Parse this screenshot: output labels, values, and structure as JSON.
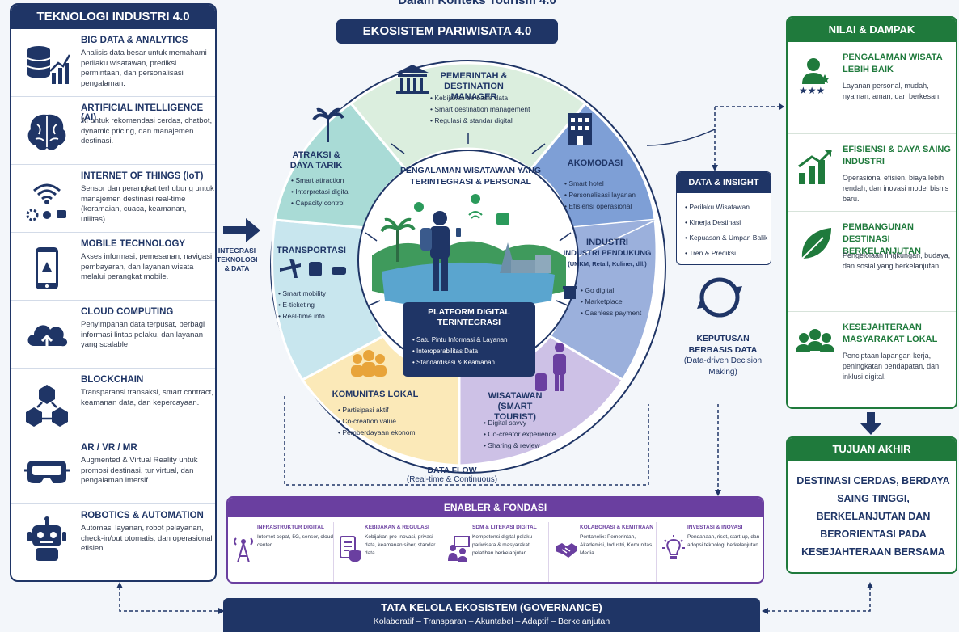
{
  "top_title": "Dalam Konteks Tourism 4.0",
  "left_panel": {
    "header": "TEKNOLOGI INDUSTRI 4.0",
    "items": [
      {
        "icon": "database-chart-icon",
        "title": "BIG DATA & ANALYTICS",
        "desc": "Analisis data besar untuk memahami perilaku wisatawan, prediksi permintaan, dan personalisasi pengalaman."
      },
      {
        "icon": "brain-icon",
        "title": "ARTIFICIAL INTELLIGENCE (AI)",
        "desc": "AI untuk rekomendasi cerdas, chatbot, dynamic pricing, dan manajemen destinasi."
      },
      {
        "icon": "wifi-icon",
        "title": "INTERNET OF THINGS (IoT)",
        "desc": "Sensor dan perangkat terhubung untuk manajemen destinasi real-time (keramaian, cuaca, keamanan, utilitas)."
      },
      {
        "icon": "smartphone-icon",
        "title": "MOBILE TECHNOLOGY",
        "desc": "Akses informasi, pemesanan, navigasi, pembayaran, dan layanan wisata melalui perangkat mobile."
      },
      {
        "icon": "cloud-upload-icon",
        "title": "CLOUD COMPUTING",
        "desc": "Penyimpanan data terpusat, berbagi informasi lintas pelaku, dan layanan yang scalable."
      },
      {
        "icon": "blockchain-icon",
        "title": "BLOCKCHAIN",
        "desc": "Transparansi transaksi, smart contract, keamanan data, dan kepercayaan."
      },
      {
        "icon": "vr-headset-icon",
        "title": "AR / VR / MR",
        "desc": "Augmented & Virtual Reality untuk promosi destinasi, tur virtual, dan pengalaman imersif."
      },
      {
        "icon": "robot-icon",
        "title": "ROBOTICS & AUTOMATION",
        "desc": "Automasi layanan, robot pelayanan, check-in/out otomatis, dan operasional efisien."
      }
    ]
  },
  "integration_label": "INTEGRASI TEKNOLOGI & DATA",
  "ecosystem": {
    "title": "EKOSISTEM PARIWISATA 4.0",
    "center_title": "PENGALAMAN WISATAWAN YANG TERINTEGRASI & PERSONAL",
    "segments": {
      "pemerintah": {
        "title": "PEMERINTAH & DESTINATION MANAGER",
        "items": [
          "Kebijakan berbasis data",
          "Smart destination management",
          "Regulasi & standar digital"
        ]
      },
      "akomodasi": {
        "title": "AKOMODASI",
        "items": [
          "Smart hotel",
          "Personalisasi layanan",
          "Efisiensi operasional"
        ]
      },
      "industri": {
        "title": "INDUSTRI",
        "subtitle": "INDUSTRI PENDUKUNG",
        "note": "(UMKM, Retail, Kuliner, dll.)",
        "items": [
          "Go digital",
          "Marketplace",
          "Cashless payment"
        ]
      },
      "wisatawan": {
        "title": "WISATAWAN (SMART TOURIST)",
        "items": [
          "Digital savvy",
          "Co-creator experience",
          "Sharing & review"
        ]
      },
      "komunitas": {
        "title": "KOMUNITAS LOKAL",
        "items": [
          "Partisipasi aktif",
          "Co-creation value",
          "Pemberdayaan ekonomi"
        ]
      },
      "transportasi": {
        "title": "TRANSPORTASI",
        "items": [
          "Smart mobility",
          "E-ticketing",
          "Real-time info"
        ]
      },
      "atraksi": {
        "title": "ATRAKSI & DAYA TARIK",
        "items": [
          "Smart attraction",
          "Interpretasi digital",
          "Capacity control"
        ]
      }
    },
    "platform": {
      "title": "PLATFORM DIGITAL TERINTEGRASI",
      "items": [
        "Satu Pintu Informasi & Layanan",
        "Interoperabilitas Data",
        "Standardisasi & Keamanan"
      ]
    },
    "dataflow": {
      "title": "DATA FLOW",
      "subtitle": "(Real-time & Continuous)"
    }
  },
  "insight": {
    "title": "DATA & INSIGHT",
    "items": [
      "Perilaku Wisatawan",
      "Kinerja Destinasi",
      "Kepuasan & Umpan Balik",
      "Tren & Prediksi"
    ],
    "decision_title": "KEPUTUSAN BERBASIS DATA",
    "decision_sub": "(Data-driven Decision Making)"
  },
  "right_panel": {
    "header": "NILAI & DAMPAK",
    "items": [
      {
        "icon": "user-star-icon",
        "title": "PENGALAMAN WISATA LEBIH BAIK",
        "desc": "Layanan personal, mudah, nyaman, aman, dan berkesan."
      },
      {
        "icon": "growth-chart-icon",
        "title": "EFISIENSI & DAYA SAING INDUSTRI",
        "desc": "Operasional efisien, biaya lebih rendah, dan inovasi model bisnis baru."
      },
      {
        "icon": "leaf-icon",
        "title": "PEMBANGUNAN DESTINASI BERKELANJUTAN",
        "desc": "Pengelolaan lingkungan, budaya, dan sosial yang berkelanjutan."
      },
      {
        "icon": "community-icon",
        "title": "KESEJAHTERAAN MASYARAKAT LOKAL",
        "desc": "Penciptaan lapangan kerja, peningkatan pendapatan, dan inklusi digital."
      }
    ],
    "final_title": "TUJUAN AKHIR",
    "final_text": "DESTINASI CERDAS, BERDAYA SAING TINGGI, BERKELANJUTAN DAN BERORIENTASI PADA KESEJAHTERAAN BERSAMA"
  },
  "enabler": {
    "title": "ENABLER & FONDASI",
    "items": [
      {
        "icon": "antenna-icon",
        "title": "INFRASTRUKTUR DIGITAL",
        "desc": "Internet cepat, 5G, sensor, cloud center"
      },
      {
        "icon": "policy-shield-icon",
        "title": "KEBIJAKAN & REGULASI",
        "desc": "Kebijakan pro-inovasi, privasi data, keamanan siber, standar data"
      },
      {
        "icon": "training-icon",
        "title": "SDM & LITERASI DIGITAL",
        "desc": "Kompetensi digital pelaku pariwisata & masyarakat, pelatihan berkelanjutan"
      },
      {
        "icon": "handshake-icon",
        "title": "KOLABORASI & KEMITRAAN",
        "desc": "Pentahelix: Pemerintah, Akademisi, Industri, Komunitas, Media"
      },
      {
        "icon": "lightbulb-icon",
        "title": "INVESTASI & INOVASI",
        "desc": "Pendanaan, riset, start-up, dan adopsi teknologi berkelanjutan"
      }
    ]
  },
  "governance": {
    "title": "TATA KELOLA EKOSISTEM (GOVERNANCE)",
    "subtitle": "Kolaboratif – Transparan – Akuntabel – Adaptif – Berkelanjutan"
  },
  "colors": {
    "navy": "#1f3566",
    "green": "#1f7a3c",
    "purple": "#6a3fa0",
    "seg_pemerintah": "#dbeede",
    "seg_akomodasi": "#7e9fd6",
    "seg_industri": "#9bb0dc",
    "seg_wisatawan": "#cdc1e6",
    "seg_komunitas": "#fbe9b8",
    "seg_transportasi": "#c8e6ee",
    "seg_atraksi": "#a9dbd6"
  }
}
